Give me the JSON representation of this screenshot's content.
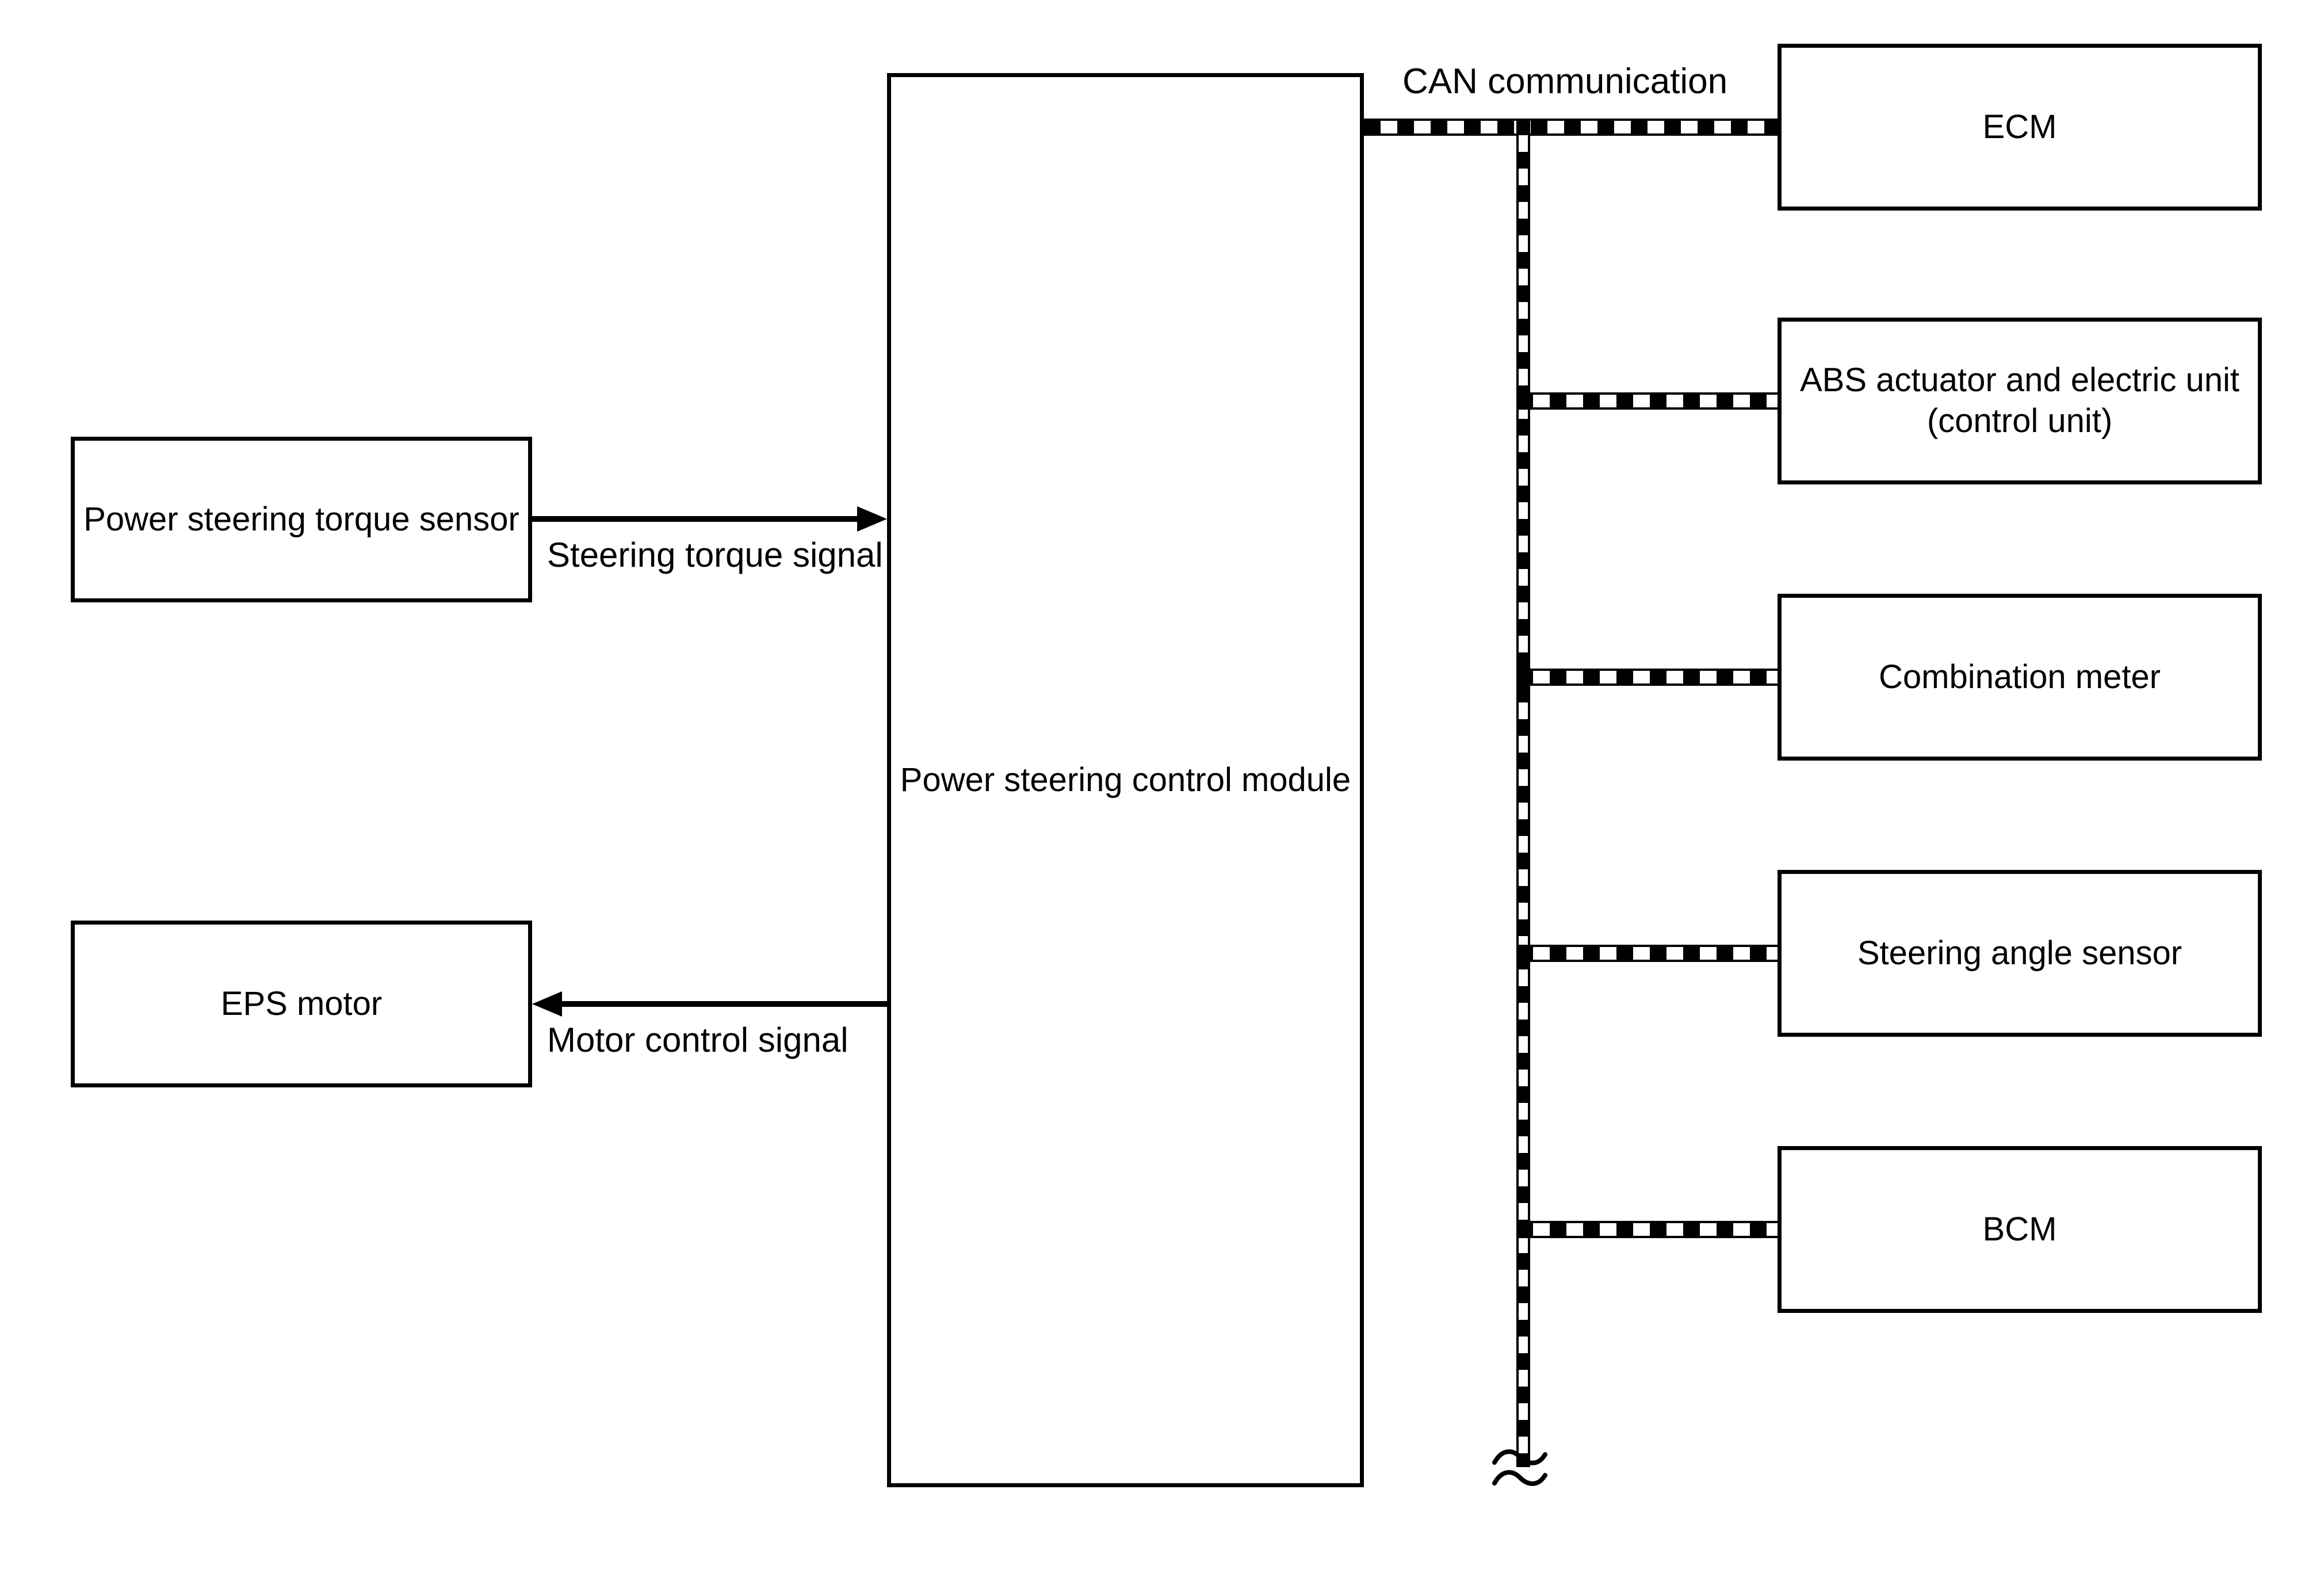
{
  "colors": {
    "background": "#ffffff",
    "line": "#000000"
  },
  "nodes": {
    "pst_sensor": {
      "label": "Power steering torque sensor"
    },
    "eps_motor": {
      "label": "EPS motor"
    },
    "pscm": {
      "label": "Power steering control module"
    },
    "ecm": {
      "label": "ECM"
    },
    "abs_unit": {
      "line1": "ABS actuator and electric unit",
      "line2": "(control unit)"
    },
    "combination_meter": {
      "label": "Combination meter"
    },
    "steering_angle_sensor": {
      "label": "Steering angle sensor"
    },
    "bcm": {
      "label": "BCM"
    }
  },
  "signals": {
    "can": {
      "label": "CAN communication"
    },
    "steering_torque": {
      "label": "Steering torque signal"
    },
    "motor_control": {
      "label": "Motor control signal"
    }
  }
}
